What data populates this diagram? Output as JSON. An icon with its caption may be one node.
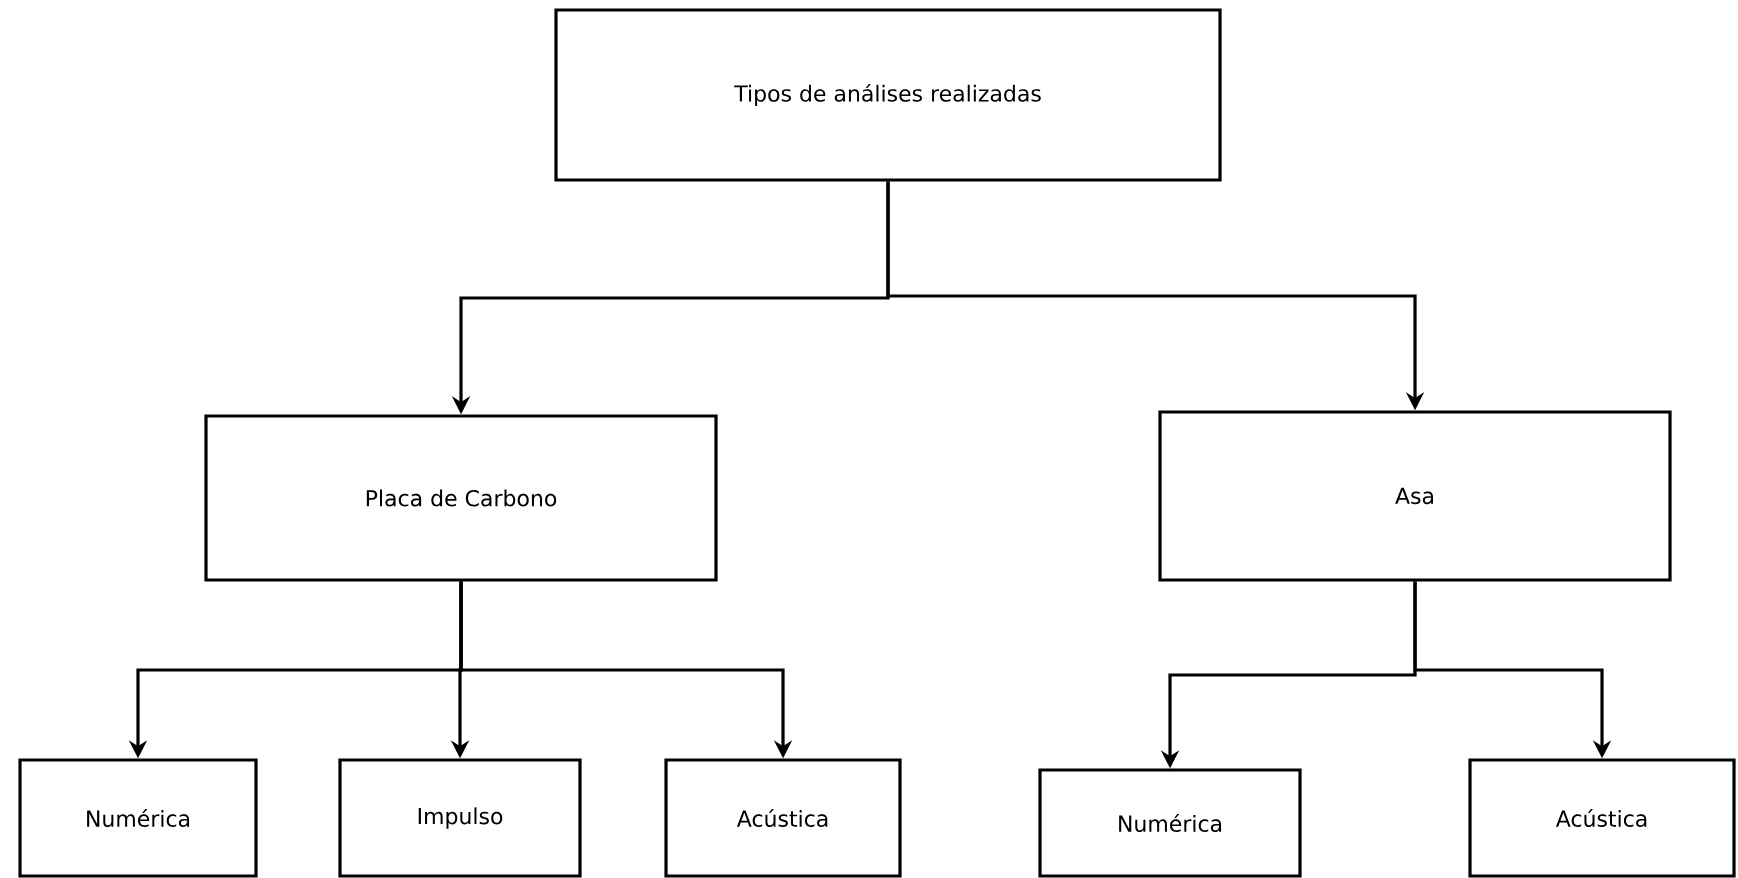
{
  "diagram": {
    "nodes": [
      {
        "text": [
          "Tipos de análises realizadas"
        ]
      },
      {
        "text": [
          "Placa de Carbono"
        ]
      },
      {
        "text": [
          "Asa"
        ]
      },
      {
        "text": [
          "Numérica"
        ]
      },
      {
        "text": [
          "Impulso"
        ]
      },
      {
        "text": [
          "Acústica"
        ]
      },
      {
        "text": [
          "Numérica"
        ]
      },
      {
        "text": [
          "Acústica"
        ]
      }
    ],
    "edges": [
      {
        "from": 0,
        "to": 1,
        "arrow": "to"
      },
      {
        "from": 0,
        "to": 2,
        "arrow": "to"
      },
      {
        "from": 1,
        "to": 3,
        "arrow": "to"
      },
      {
        "from": 1,
        "to": 4,
        "arrow": "to"
      },
      {
        "from": 1,
        "to": 5,
        "arrow": "to"
      },
      {
        "from": 2,
        "to": 6,
        "arrow": "to"
      },
      {
        "from": 2,
        "to": 7,
        "arrow": "to"
      }
    ]
  }
}
